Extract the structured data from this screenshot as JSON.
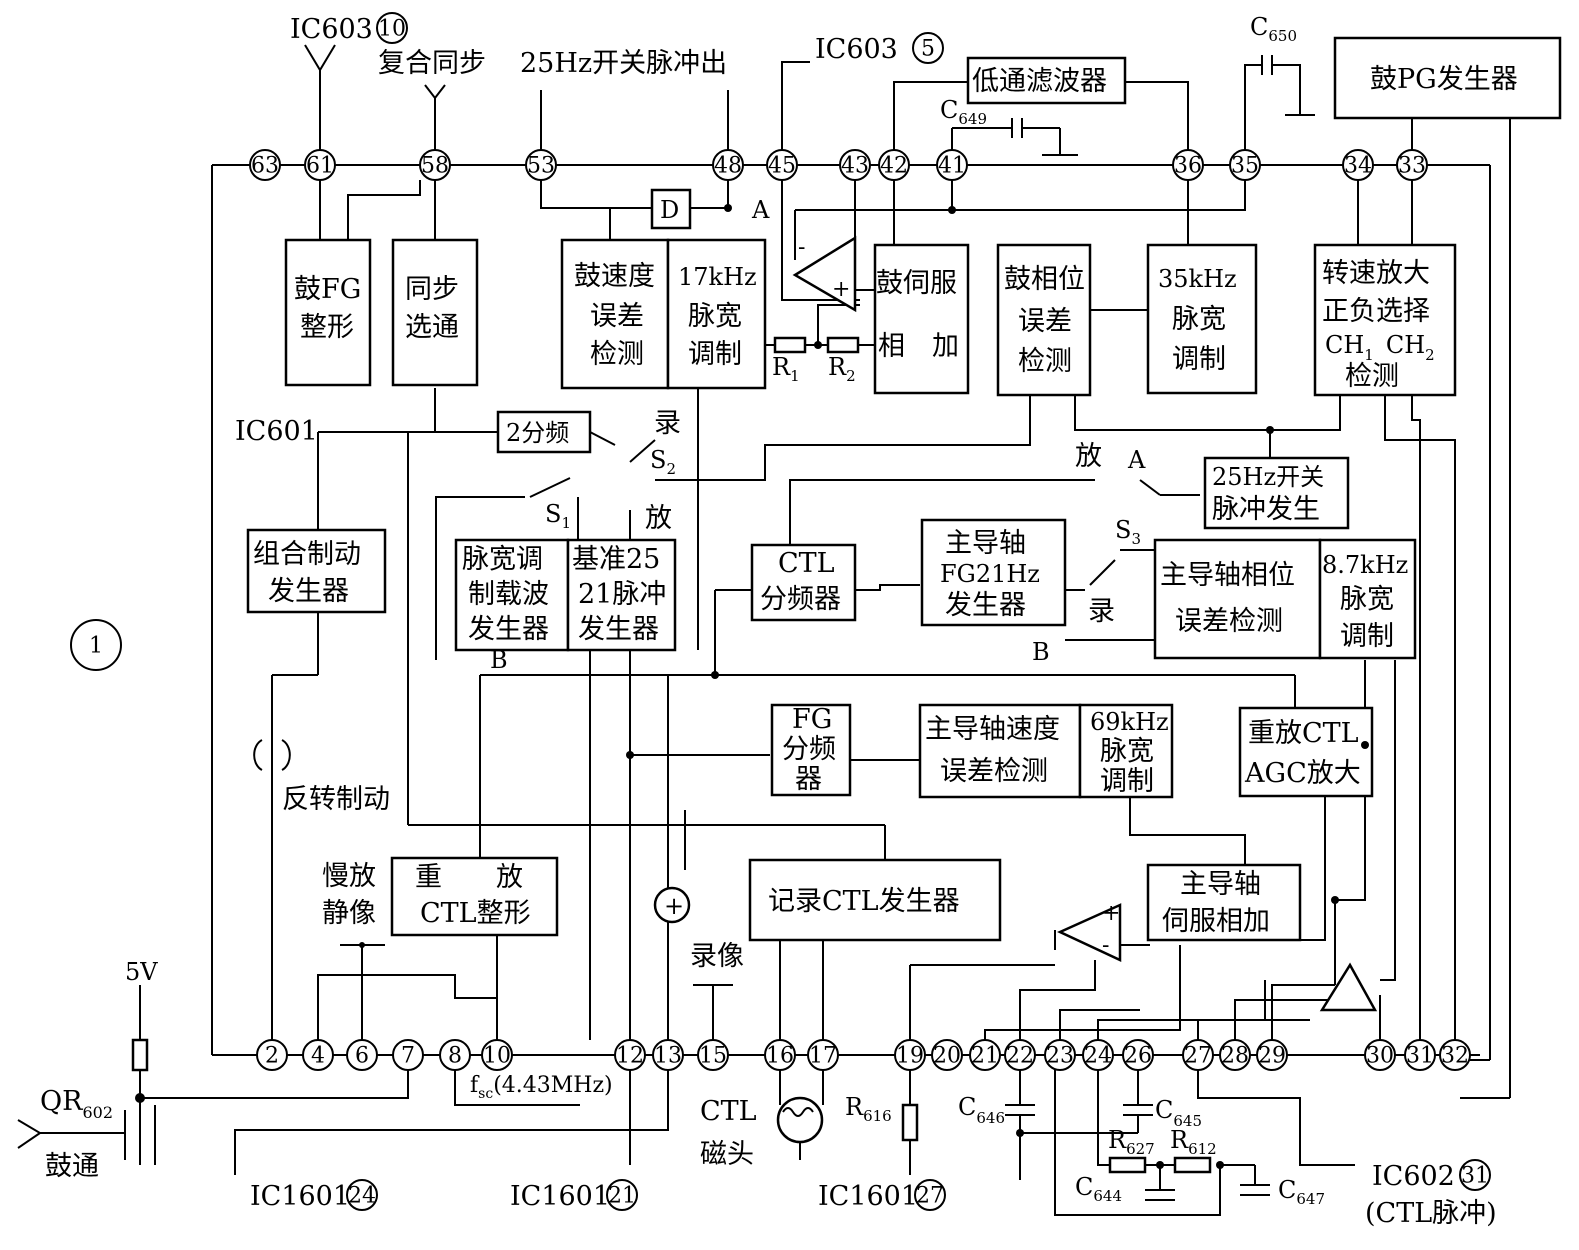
{
  "figure": {
    "number": "1",
    "ic_labels": {
      "ic603_10": "IC603",
      "ic603_10_pin": "10",
      "ic603_5": "IC603",
      "ic603_5_pin": "5",
      "ic601": "IC601",
      "ic1601_24": "IC1601",
      "ic1601_24_pin": "24",
      "ic1601_21": "IC1601",
      "ic1601_21_pin": "21",
      "ic1601_27": "IC1601",
      "ic1601_27_pin": "27",
      "ic602_31": "IC602",
      "ic602_31_pin": "31",
      "ctl_pulse": "(CTL脉冲)"
    },
    "signals": {
      "composite_sync": "复合同步",
      "switch_pulse_out": "25Hz开关脉冲出",
      "reverse_brake": "反转制动",
      "slow_still_1": "慢放",
      "slow_still_2": "静像",
      "record_video": "录像",
      "fsc": "f",
      "fsc_sub": "sc",
      "fsc_value": "(4.43MHz)",
      "ctl_head_1": "CTL",
      "ctl_head_2": "磁头",
      "drum_pass": "鼓通",
      "v5": "5V",
      "qr602": "QR",
      "qr602_sub": "602"
    },
    "blocks": {
      "drum_fg_1": "鼓FG",
      "drum_fg_2": "整形",
      "sync_gate_1": "同步",
      "sync_gate_2": "选通",
      "drum_speed_1": "鼓速度",
      "drum_speed_2": "误差",
      "drum_speed_3": "检测",
      "pwm17_1": "17kHz",
      "pwm17_2": "脉宽",
      "pwm17_3": "调制",
      "drum_servo_1": "鼓伺服",
      "drum_servo_2": "相　加",
      "drum_phase_1": "鼓相位",
      "drum_phase_2": "误差",
      "drum_phase_3": "检测",
      "pwm35_1": "35kHz",
      "pwm35_2": "脉宽",
      "pwm35_3": "调制",
      "speed_amp_1": "转速放大",
      "speed_amp_2": "正负选择",
      "speed_amp_3": "CH",
      "speed_amp_3b": "1",
      "speed_amp_3c": "CH",
      "speed_amp_3d": "2",
      "speed_amp_4": "检测",
      "drum_pg": "鼓PG发生器",
      "lowpass": "低通滤波器",
      "div2": "2分频",
      "combo_brake_1": "组合制动",
      "combo_brake_2": "发生器",
      "pwm_carrier_1": "脉宽调",
      "pwm_carrier_2": "制载波",
      "pwm_carrier_3": "发生器",
      "ref_pulse_1": "基准25",
      "ref_pulse_2": "21脉冲",
      "ref_pulse_3": "发生器",
      "ctl_div_1": "CTL",
      "ctl_div_2": "分频器",
      "cap_fg_1": "主导轴",
      "cap_fg_2": "FG21Hz",
      "cap_fg_3": "发生器",
      "cap_phase_1": "主导轴相位",
      "cap_phase_2": "误差检测",
      "pwm87_1": "8.7kHz",
      "pwm87_2": "脉宽",
      "pwm87_3": "调制",
      "sw25_1": "25Hz开关",
      "sw25_2": "脉冲发生",
      "fg_div_1": "FG",
      "fg_div_2": "分频",
      "fg_div_3": "器",
      "cap_speed_1": "主导轴速度",
      "cap_speed_2": "误差检测",
      "pwm69_1": "69kHz",
      "pwm69_2": "脉宽",
      "pwm69_3": "调制",
      "pb_ctl_agc_1": "重放CTL",
      "pb_ctl_agc_2": "AGC放大",
      "pb_ctl_shape_1": "重　　放",
      "pb_ctl_shape_2": "CTL整形",
      "rec_ctl_gen": "记录CTL发生器",
      "cap_servo_1": "主导轴",
      "cap_servo_2": "伺服相加",
      "d_latch": "D",
      "plus": "+"
    },
    "switches": {
      "a1": "A",
      "a2": "A",
      "b1": "B",
      "b2": "B",
      "rec1": "录",
      "rec2": "录",
      "play1": "放",
      "play2": "放",
      "s1": "S",
      "s1_sub": "1",
      "s2": "S",
      "s2_sub": "2",
      "s3": "S",
      "s3_sub": "3"
    },
    "components": {
      "r1": "R",
      "r1_sub": "1",
      "r2": "R",
      "r2_sub": "2",
      "c650": "C",
      "c650_sub": "650",
      "c649": "C",
      "c649_sub": "649",
      "c646": "C",
      "c646_sub": "646",
      "c645": "C",
      "c645_sub": "645",
      "c644": "C",
      "c644_sub": "644",
      "c647": "C",
      "c647_sub": "647",
      "r627": "R",
      "r627_sub": "627",
      "r612": "R",
      "r612_sub": "612",
      "r616": "R",
      "r616_sub": "616"
    },
    "top_pins": [
      "63",
      "61",
      "58",
      "53",
      "48",
      "45",
      "43",
      "42",
      "41",
      "36",
      "35",
      "34",
      "33"
    ],
    "bottom_pins": [
      "2",
      "4",
      "6",
      "7",
      "8",
      "10",
      "12",
      "13",
      "15",
      "16",
      "17",
      "19",
      "20",
      "21",
      "22",
      "23",
      "24",
      "26",
      "27",
      "28",
      "29",
      "30",
      "31",
      "32"
    ]
  }
}
